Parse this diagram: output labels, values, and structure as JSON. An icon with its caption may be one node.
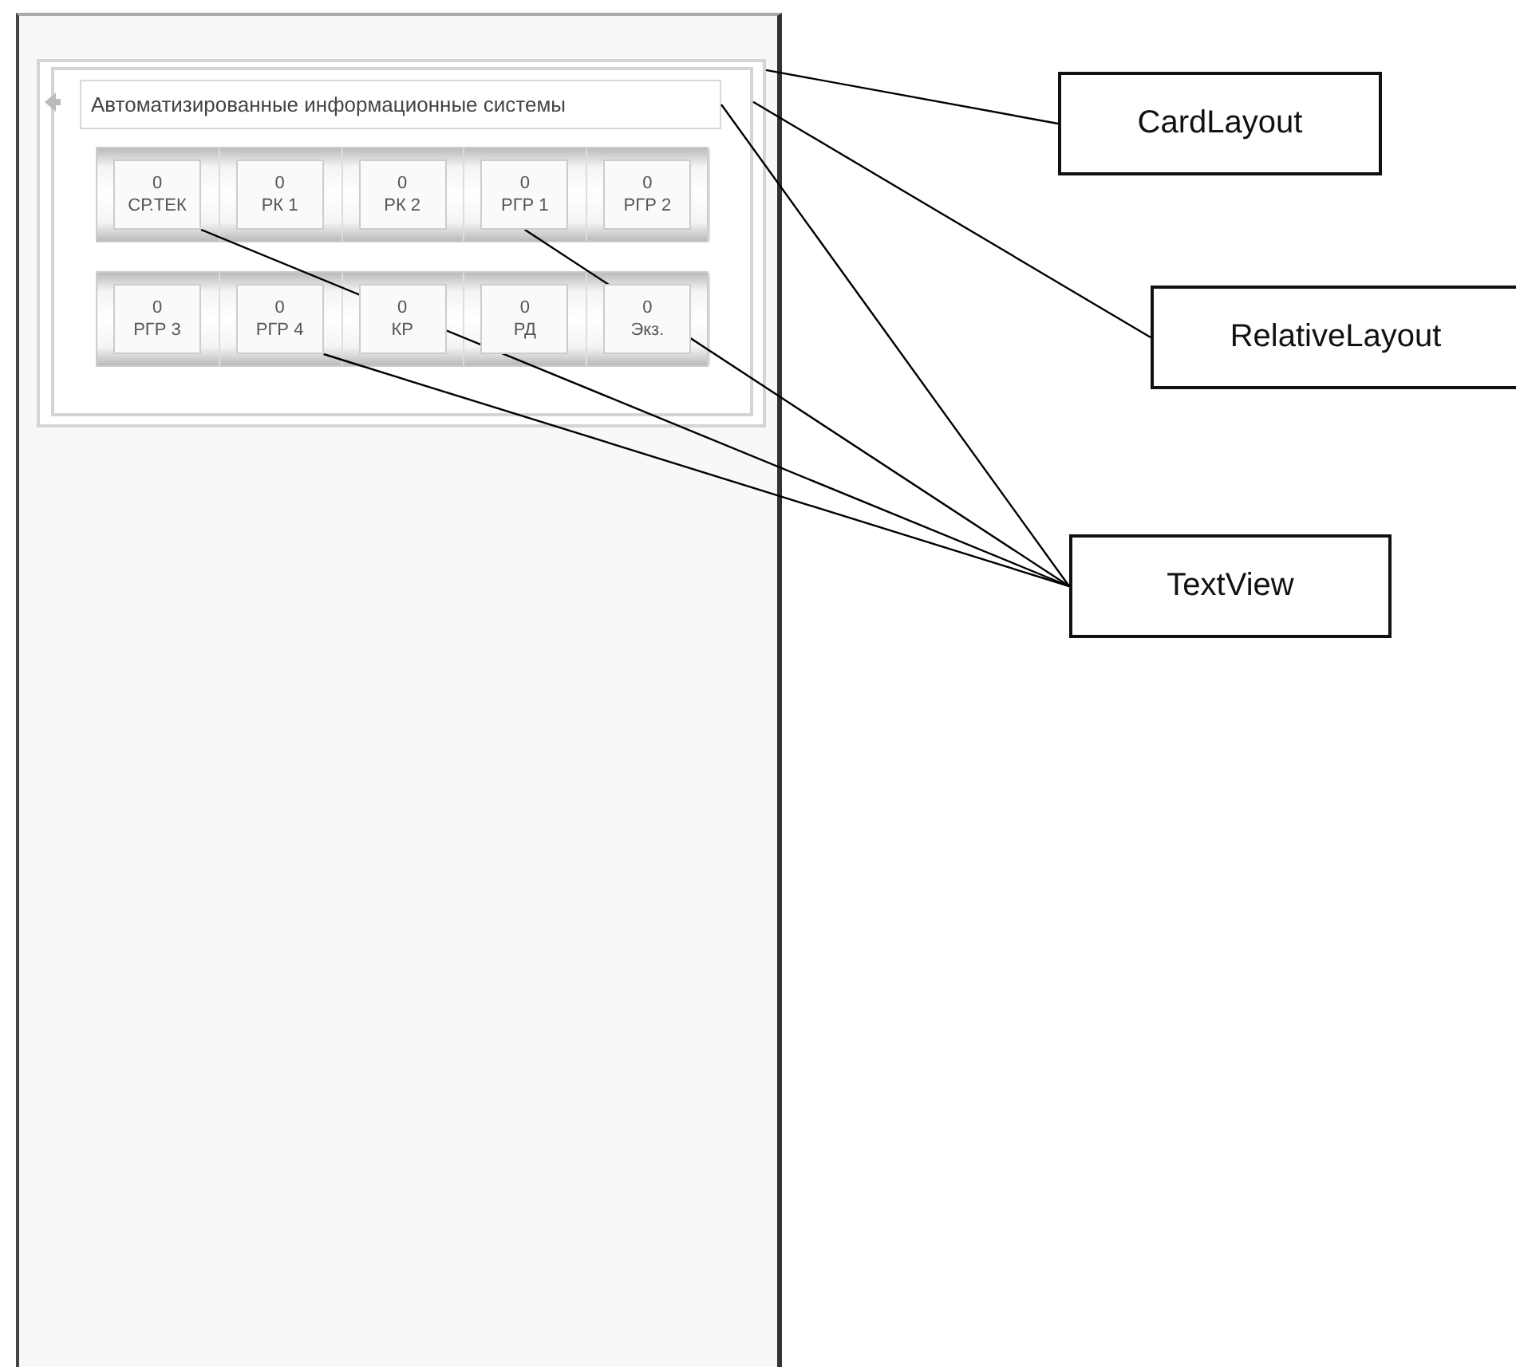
{
  "diagram": {
    "nodes": [
      {
        "text": [],
        "shape": "box"
      },
      {
        "text": [],
        "shape": "box",
        "in": 0
      },
      {
        "text": [
          "Автоматизированные информационные системы"
        ],
        "in": 1
      },
      {
        "text": [
          "0",
          "СР.ТЕК"
        ],
        "in": 1
      },
      {
        "text": [
          "0",
          "РК 1"
        ],
        "in": 1
      },
      {
        "text": [
          "0",
          "РК 2"
        ],
        "in": 1
      },
      {
        "text": [
          "0",
          "РГР 1"
        ],
        "in": 1
      },
      {
        "text": [
          "0",
          "РГР 2"
        ],
        "in": 1
      },
      {
        "text": [
          "0",
          "РГР 3"
        ],
        "in": 1
      },
      {
        "text": [
          "0",
          "РГР 4"
        ],
        "in": 1
      },
      {
        "text": [
          "0",
          "КР"
        ],
        "in": 1
      },
      {
        "text": [
          "0",
          "РД"
        ],
        "in": 1
      },
      {
        "text": [
          "0",
          "Экз."
        ],
        "in": 1
      },
      {
        "text": [
          "CardLayout"
        ]
      },
      {
        "text": [
          "RelativeLayout"
        ]
      },
      {
        "text": [
          "TextView"
        ]
      }
    ],
    "edges": [
      {
        "from": 13,
        "to": 0,
        "arrow": "none"
      },
      {
        "from": 14,
        "to": 1,
        "arrow": "none"
      },
      {
        "from": 15,
        "to": 2,
        "arrow": "none"
      },
      {
        "from": 15,
        "to": 3,
        "arrow": "none"
      },
      {
        "from": 15,
        "to": 6,
        "arrow": "none"
      },
      {
        "from": 15,
        "to": 9,
        "arrow": "none"
      }
    ]
  }
}
